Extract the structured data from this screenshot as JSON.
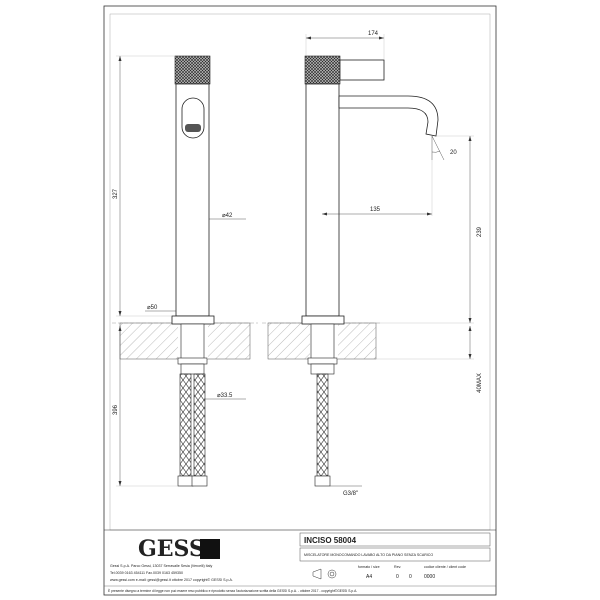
{
  "drawing": {
    "dims_front": {
      "total_height": "327",
      "body_dia": "42",
      "base_dia": "50",
      "lower_height": "396",
      "shank_dia": "33.5"
    },
    "dims_side": {
      "width": "174",
      "angle": "20",
      "reach": "135",
      "spout_height": "239",
      "max_thickness": "40MAX",
      "hose_thread": "G3/8\""
    }
  },
  "title_block": {
    "logo": "GESSI",
    "product": "INCISO  58004",
    "description": "MISCELATORE MONOCOMANDO LAVABO ALTO DA PIANO SENZA SCARICO",
    "company_line1": "Gessi S.p.A. Parco Gessi, 13037 Serravalle Sesia (Vercelli) Italy",
    "company_line2": "Tel.0039  0163  454111  Fax.0039  0163  459350",
    "company_line3": "www.gessi.com  e-mail: gessi@gessi.it    ottobre  2017    copyright© GESSI  S.p.A.",
    "labels": {
      "format": "formato / size",
      "rev": "Rev.",
      "code": "codice cliente / client code"
    },
    "values": {
      "format": "A4",
      "rev1": "0",
      "rev2": "0",
      "code": "0000"
    },
    "footer": "È presente disegno a termine di legge non può essere reso pubblico e riprodotto senza l'autorizzazione scritta della GESSI S.p.A. - ottobre 2017 - copyright©GESSI S.p.A."
  }
}
